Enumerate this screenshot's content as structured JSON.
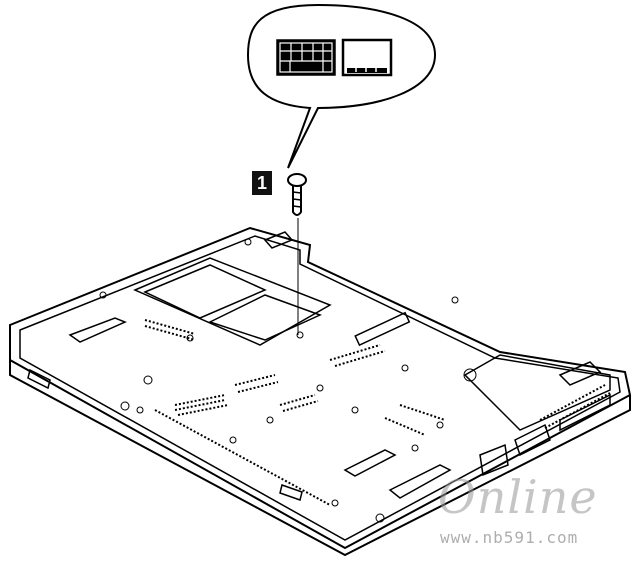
{
  "step": {
    "number": "1"
  },
  "callout": {
    "icons": [
      "keyboard-icon",
      "palmrest-icon"
    ]
  },
  "watermark": {
    "brand": "Online",
    "url": "www.nb591.com"
  },
  "colors": {
    "line": "#000000",
    "background": "#ffffff",
    "watermark": "#969696"
  }
}
